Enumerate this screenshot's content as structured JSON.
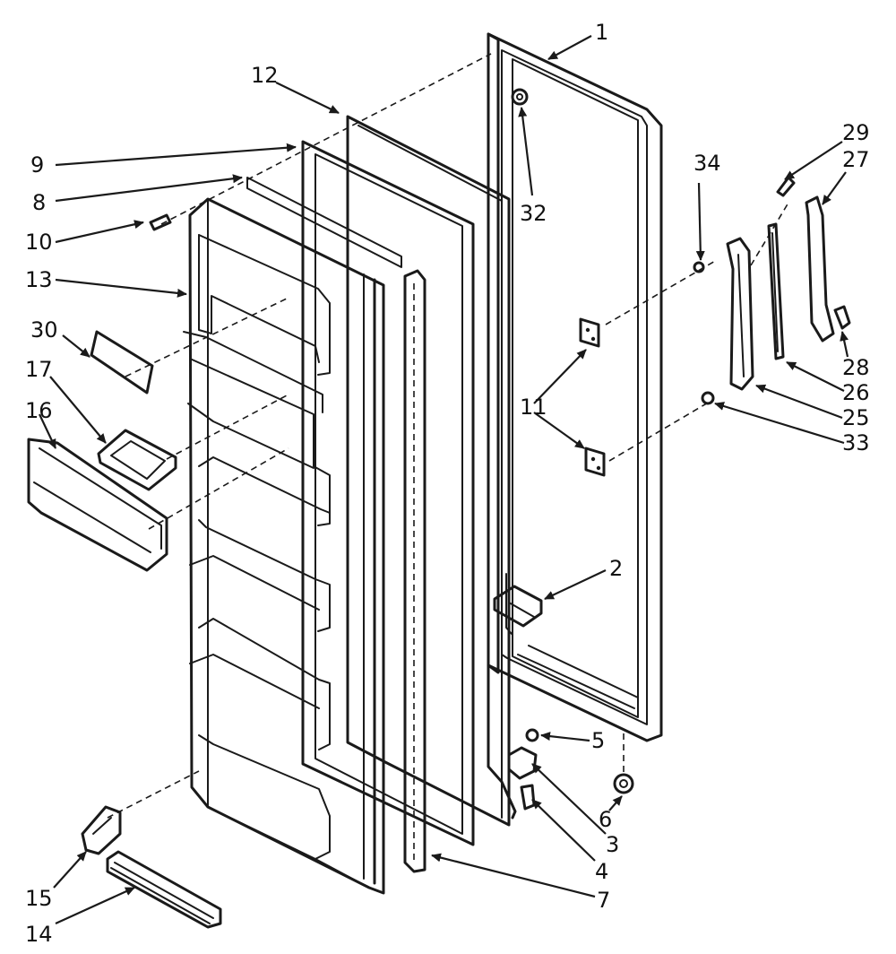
{
  "callouts": {
    "c1": "1",
    "c2": "2",
    "c3": "3",
    "c4": "4",
    "c5": "5",
    "c6": "6",
    "c7": "7",
    "c8": "8",
    "c9": "9",
    "c10": "10",
    "c11": "11",
    "c12": "12",
    "c13": "13",
    "c14": "14",
    "c15": "15",
    "c16": "16",
    "c17": "17",
    "c25": "25",
    "c26": "26",
    "c27": "27",
    "c28": "28",
    "c29": "29",
    "c30": "30",
    "c32": "32",
    "c33": "33",
    "c34": "34"
  },
  "colors": {
    "ink": "#1a1a1a",
    "paper": "#ffffff"
  }
}
